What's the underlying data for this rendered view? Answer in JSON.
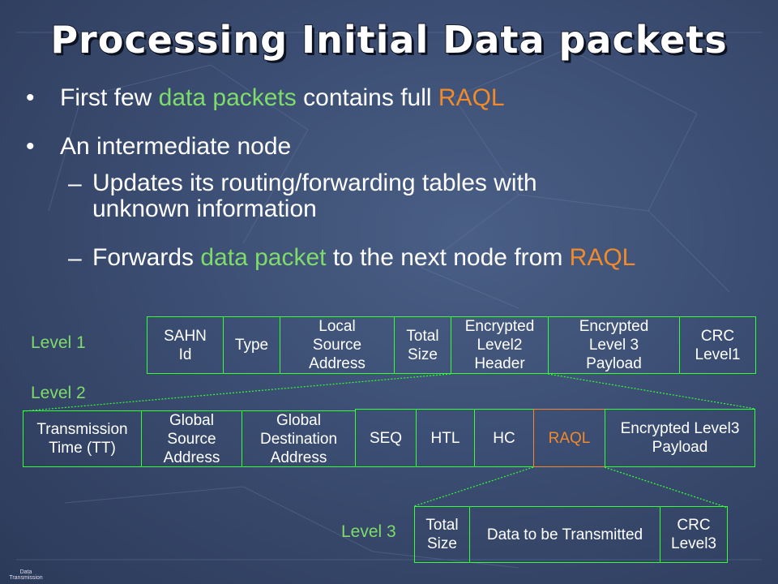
{
  "slide": {
    "title": "Processing Initial Data packets",
    "bullets": [
      {
        "marker": "•",
        "parts": [
          "First few ",
          "data packets",
          " contains full ",
          "RAQL"
        ]
      },
      {
        "marker": "•",
        "text": "An intermediate node"
      }
    ],
    "subbullets": [
      {
        "marker": "–",
        "lines": [
          "Updates its routing/forwarding tables with",
          "unknown information"
        ]
      },
      {
        "marker": "–",
        "parts": [
          "Forwards ",
          "data packet",
          " to the next node from ",
          "RAQL"
        ]
      }
    ],
    "footer_lines": [
      "Data",
      "Transmission"
    ]
  },
  "diagram": {
    "level1": {
      "label": "Level 1",
      "cells": [
        [
          "SAHN",
          "Id"
        ],
        [
          "Type"
        ],
        [
          "Local",
          "Source",
          "Address"
        ],
        [
          "Total",
          "Size"
        ],
        [
          "Encrypted",
          "Level2",
          "Header"
        ],
        [
          "Encrypted",
          "Level 3",
          "Payload"
        ],
        [
          "CRC",
          "Level1"
        ]
      ]
    },
    "level2": {
      "label": "Level 2",
      "cells": [
        [
          "Transmission",
          "Time (TT)"
        ],
        [
          "Global",
          "Source",
          "Address"
        ],
        [
          "Global",
          "Destination",
          "Address"
        ],
        [
          "SEQ"
        ],
        [
          "HTL"
        ],
        [
          "HC"
        ],
        [
          "RAQL"
        ],
        [
          "Encrypted Level3",
          "Payload"
        ]
      ]
    },
    "level3": {
      "label": "Level 3",
      "cells": [
        [
          "Total",
          "Size"
        ],
        [
          "Data to be Transmitted"
        ],
        [
          "CRC",
          "Level3"
        ]
      ]
    }
  },
  "colors": {
    "box_border": "#33ff33",
    "highlight": "#f08a2b",
    "accent_text": "#7fdc6a"
  }
}
